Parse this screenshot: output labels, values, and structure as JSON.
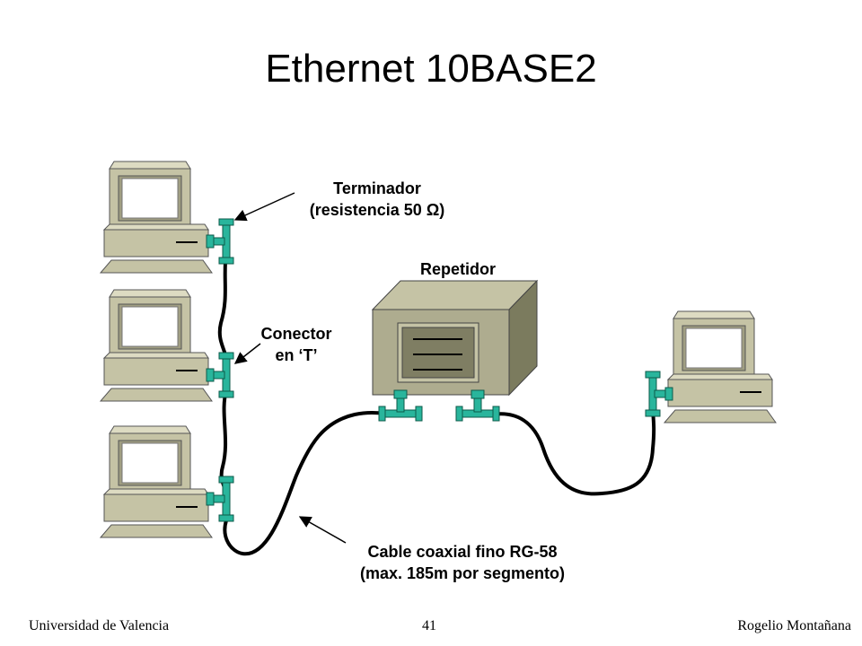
{
  "title": "Ethernet 10BASE2",
  "labels": {
    "terminator": [
      "Terminador",
      "(resistencia 50 Ω)"
    ],
    "repeater": "Repetidor",
    "t_connector": [
      "Conector",
      "en ‘T’"
    ],
    "cable": [
      "Cable coaxial fino RG-58",
      "(max. 185m por segmento)"
    ]
  },
  "footer": {
    "left": "Universidad de Valencia",
    "center": "41",
    "right": "Rogelio Montañana"
  },
  "colors": {
    "computer_body": "#c5c3a5",
    "computer_shadow": "#a3a184",
    "repeater_side": "#7b7b5e",
    "connector": "#29b59c",
    "cable": "#000000"
  },
  "icons": [
    "computer-icon",
    "repeater-icon",
    "t-connector-icon",
    "terminator-icon"
  ]
}
